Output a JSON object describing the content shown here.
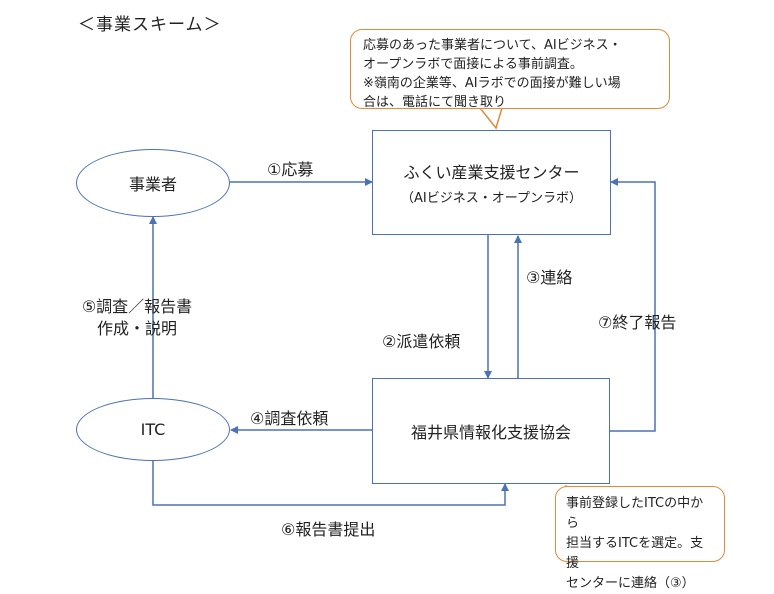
{
  "title": "＜事業スキーム＞",
  "nodes": {
    "applicant": "事業者",
    "fukui_center": {
      "line1": "ふくい産業支援センター",
      "line2": "（AIビジネス・オープンラボ）"
    },
    "association": "福井県情報化支援協会",
    "itc": "ITC"
  },
  "edges": {
    "apply": "①応募",
    "dispatch": "②派遣依頼",
    "contact": "③連絡",
    "survey_request": "④調査依頼",
    "explain_line1": "⑤調査／報告書",
    "explain_line2": "作成・説明",
    "submit": "⑥報告書提出",
    "finish": "⑦終了報告"
  },
  "callouts": {
    "top": {
      "line1": "応募のあった事業者について、AIビジネス・",
      "line2": "オープンラボで面接による事前調査。",
      "line3": "※嶺南の企業等、AIラボでの面接が難しい場",
      "line4": "合は、電話にて聞き取り"
    },
    "bottom": {
      "line1": "事前登録したITCの中から",
      "line2": "担当するITCを選定。支援",
      "line3": "センターに連絡（③）"
    }
  },
  "colors": {
    "line": "#4a72b5",
    "callout_border": "#e08a3c",
    "text": "#222222"
  }
}
